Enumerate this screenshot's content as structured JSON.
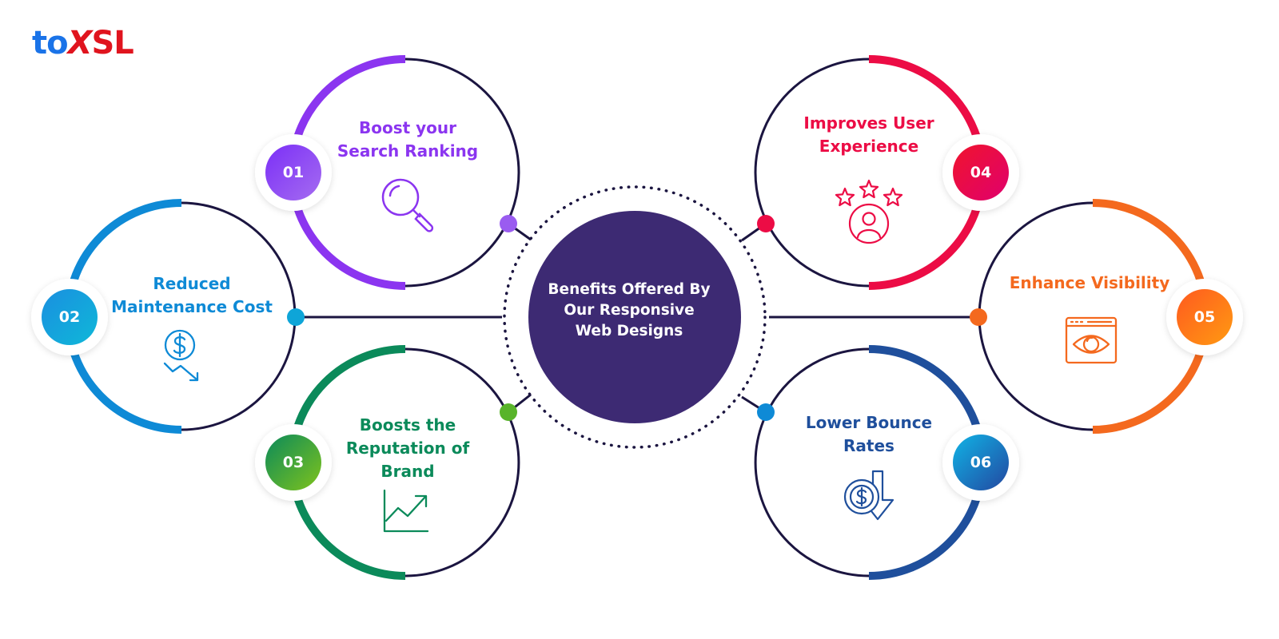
{
  "logo": {
    "part1": "to",
    "part2": "X",
    "part3": "SL"
  },
  "center": {
    "line1": "Benefits Offered By",
    "line2": "Our Responsive",
    "line3": "Web Designs"
  },
  "benefits": [
    {
      "num": "01",
      "line1": "Boost your",
      "line2": "Search Ranking",
      "color": "#8b35f0",
      "icon": "magnifier-icon"
    },
    {
      "num": "02",
      "line1": "Reduced",
      "line2": "Maintenance Cost",
      "color": "#0e8ad6",
      "icon": "dollar-down-icon"
    },
    {
      "num": "03",
      "line1": "Boosts the",
      "line2": "Reputation of",
      "line3": "Brand",
      "color": "#0b8a5a",
      "icon": "growth-chart-icon"
    },
    {
      "num": "04",
      "line1": "Improves User",
      "line2": "Experience",
      "color": "#ec0c45",
      "icon": "user-rating-icon"
    },
    {
      "num": "05",
      "line1": "Enhance Visibility",
      "color": "#f4691e",
      "icon": "eye-browser-icon"
    },
    {
      "num": "06",
      "line1": "Lower Bounce",
      "line2": "Rates",
      "color": "#1f4f9c",
      "icon": "coin-down-icon"
    }
  ]
}
